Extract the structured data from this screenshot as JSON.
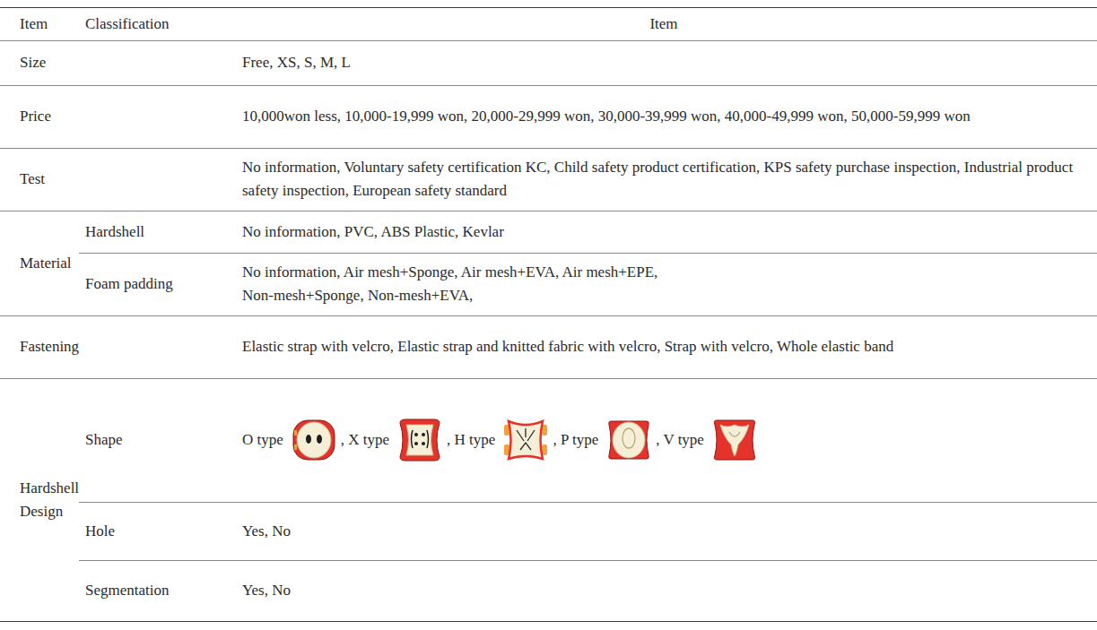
{
  "diagram": {
    "labels": [
      "Item",
      "Classification",
      "Item",
      "Size",
      "Free, XS, S, M, L",
      "Price",
      "10,000won less, 10,000-19,999 won, 20,000-29,999 won, 30,000-39,999 won, 40,000-49,999 won, 50,000-59,999 won",
      "Test",
      "No information, Voluntary safety certification KC, Child safety product certification, KPS safety purchase inspection, Industrial product safety inspection, European safety standard",
      "Material",
      "Hardshell",
      "No information, PVC, ABS Plastic, Kevlar",
      "Foam padding",
      "No information, Air mesh+Sponge, Air mesh+EVA, Air mesh+EPE, Non-mesh+Sponge, Non-mesh+EVA,",
      "Fastening",
      "Elastic strap with velcro, Elastic strap and knitted fabric with velcro, Strap with velcro, Whole elastic band",
      "Hardshell Design",
      "Shape",
      "O type",
      ", X type",
      ", H type",
      ", P type",
      ", V type",
      "Hole",
      "Yes, No",
      "Segmentation",
      "Yes, No"
    ]
  }
}
